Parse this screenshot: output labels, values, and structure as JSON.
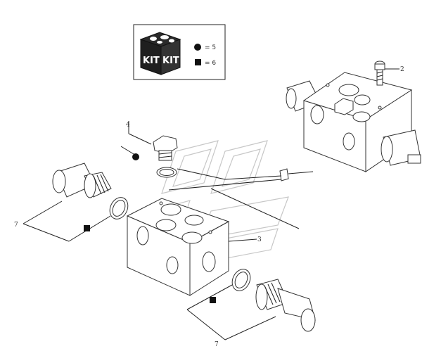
{
  "kit_box": {
    "icon_text_left": "KIT",
    "icon_text_right": "KIT",
    "legend": [
      {
        "symbol": "circle",
        "label": "= 5"
      },
      {
        "symbol": "square",
        "label": "= 6"
      }
    ]
  },
  "callouts": {
    "bolt_top": "2",
    "plug": "4",
    "block": "3",
    "cartridge_left": "7",
    "cartridge_bottom": "7"
  }
}
